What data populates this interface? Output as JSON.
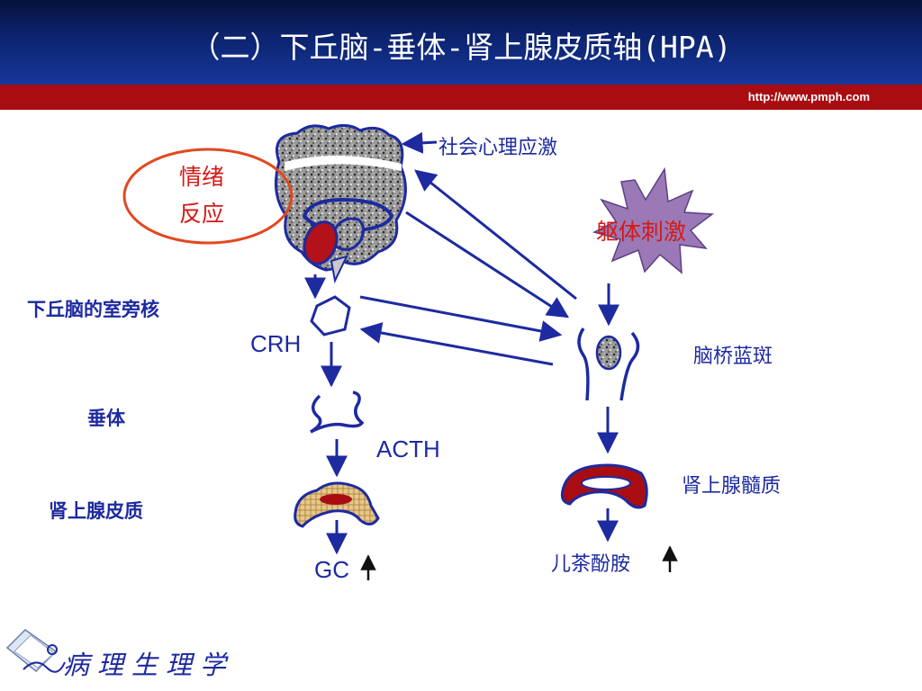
{
  "header": {
    "title": "（二）下丘脑-垂体-肾上腺皮质轴(HPA)",
    "url": "http://www.pmph.com"
  },
  "diagram": {
    "psycho_social_stress": "社会心理应激",
    "emotion_line1": "情绪",
    "emotion_line2": "反应",
    "physical_stimulus": "躯体刺激",
    "pvn": "下丘脑的室旁核",
    "crh": "CRH",
    "locus_coeruleus": "脑桥蓝斑",
    "pituitary": "垂体",
    "acth": "ACTH",
    "adrenal_medulla": "肾上腺髓质",
    "adrenal_cortex": "肾上腺皮质",
    "gc": "GC",
    "catecholamine": "儿茶酚胺"
  },
  "footer": {
    "logo_text": "病理生理学"
  },
  "colors": {
    "header_navy": "#0c2470",
    "red_bar": "#a90d12",
    "label_blue": "#1d2aa0",
    "accent_red": "#d31a16",
    "starburst": "#9b79b7"
  }
}
